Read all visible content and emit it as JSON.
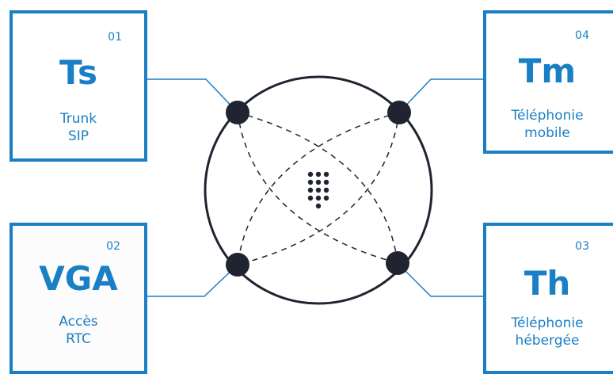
{
  "cards": {
    "top_left": {
      "number": "01",
      "symbol": "Ts",
      "line1": "Trunk",
      "line2": "SIP"
    },
    "bottom_left": {
      "number": "02",
      "symbol": "VGA",
      "line1": "Accès",
      "line2": "RTC"
    },
    "bottom_right": {
      "number": "03",
      "symbol": "Th",
      "line1": "Téléphonie",
      "line2": "hébergée"
    },
    "top_right": {
      "number": "04",
      "symbol": "Tm",
      "line1": "Téléphonie",
      "line2": "mobile"
    }
  },
  "colors": {
    "accent": "#1a7fc4",
    "node": "#1f2430",
    "circle": "#1f2430"
  },
  "icons": {
    "center": "keypad-icon"
  }
}
